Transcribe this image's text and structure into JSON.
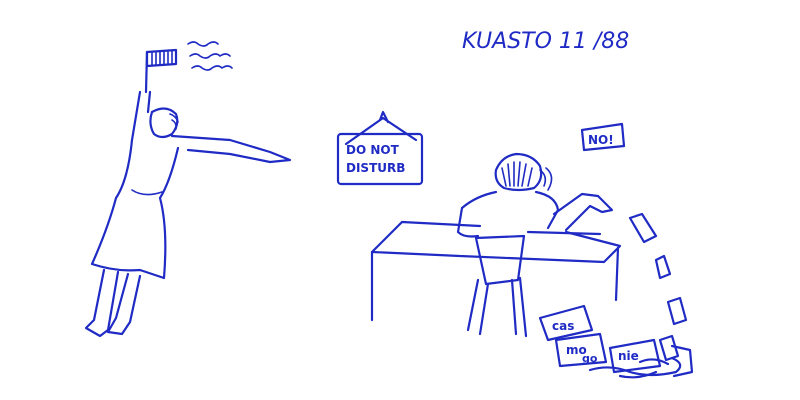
{
  "signature": "KUASTO 11 /88",
  "sign": {
    "line1": "DO NOT",
    "line2": "DISTURB"
  },
  "small_sign": "NO!",
  "papers": [
    "cas",
    "mo",
    "go",
    "nie"
  ],
  "ink_color": "#1f2bc4"
}
